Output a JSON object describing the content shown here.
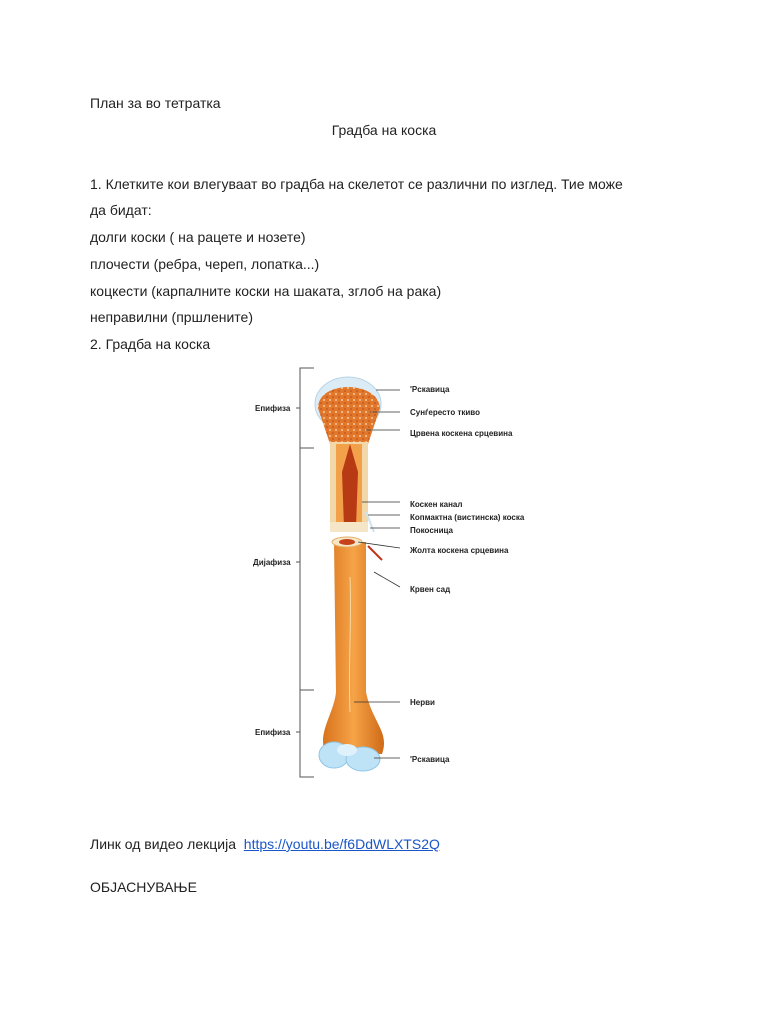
{
  "doc": {
    "header": "План за во тетратка",
    "title": "Градба на коска",
    "item1_line1": "1. Клетките кои влегуваат во градба на скелетот се различни по изглед. Тие може",
    "item1_line2": "да бидат:",
    "types": [
      "долги коски ( на рацете и нозете)",
      "плочести (ребра, череп, лопатка...)",
      "коцкести (карпалните коски на шаката, зглоб на рака)",
      "неправилни (пршлените)"
    ],
    "item2": "2. Градба на коска",
    "link_prefix": "Линк од видео лекција",
    "link_url": "https://youtu.be/f6DdWLXTS2Q",
    "footer": "ОБЈАСНУВАЊЕ"
  },
  "figure": {
    "region_labels": [
      "Епифиза",
      "Дијафиза",
      "Епифиза"
    ],
    "part_labels": [
      "'Рскавица",
      "Сунѓересто ткиво",
      "Црвена коскена срцевина",
      "Коскен канал",
      "Копмактна (вистинска) коска",
      "Покосница",
      "Жолта коскена срцевина",
      "Крвен сад",
      "Нерви",
      "'Рскавица"
    ]
  }
}
